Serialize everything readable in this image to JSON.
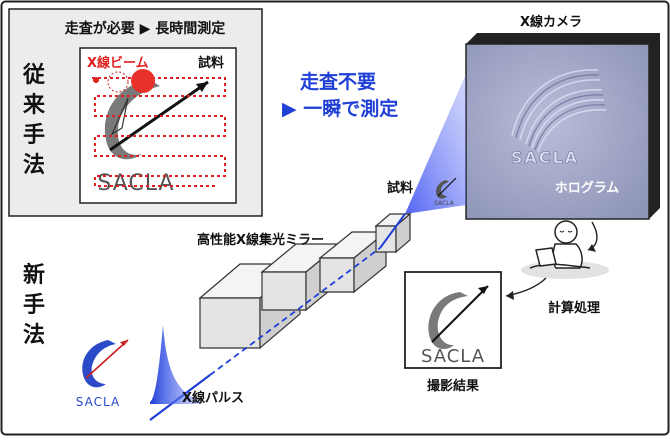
{
  "conventional": {
    "header": "走査が必要 ▶ 長時間測定",
    "side_label": [
      "従",
      "来",
      "手",
      "法"
    ],
    "beam_label": "X線ビーム",
    "sample_label": "試料",
    "logo_text": "SACLA"
  },
  "new_method": {
    "side_label": [
      "新",
      "手",
      "法"
    ],
    "headline_1": "走査不要",
    "headline_2": "▶ 一瞬で測定",
    "camera_label": "X線カメラ",
    "hologram_label": "ホログラム",
    "hologram_text": "SACLA",
    "sample_label": "試料",
    "mirror_label": "高性能X線集光ミラー",
    "pulse_label": "X線パルス",
    "compute_label": "計算処理",
    "result_label": "撮影結果",
    "result_logo_text": "SACLA",
    "tiny_logo_text": "SACLA",
    "corner_logo_text": "SACLA"
  },
  "colors": {
    "accent_blue": "#1f3fd6",
    "beam_red": "#e02020",
    "panel_gray": "#ececec",
    "logo_gray": "#7a7a7a"
  }
}
